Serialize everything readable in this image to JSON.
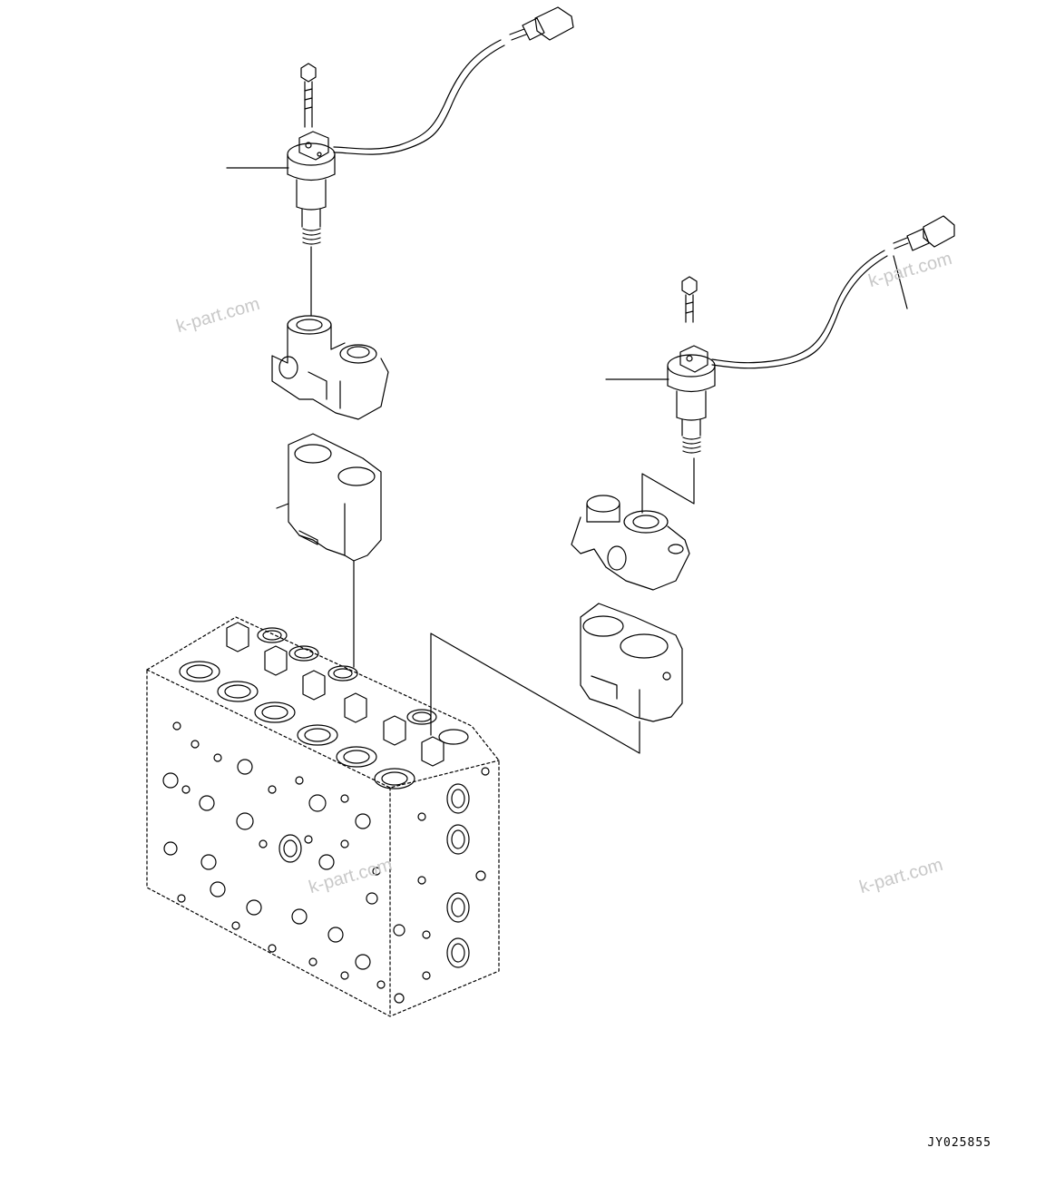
{
  "watermarks": [
    "k-part.com",
    "k-part.com",
    "k-part.com",
    "k-part.com"
  ],
  "drawing_code": "JY025855",
  "colors": {
    "line": "#000000",
    "background": "#ffffff",
    "watermark": "#c8c8c8"
  }
}
